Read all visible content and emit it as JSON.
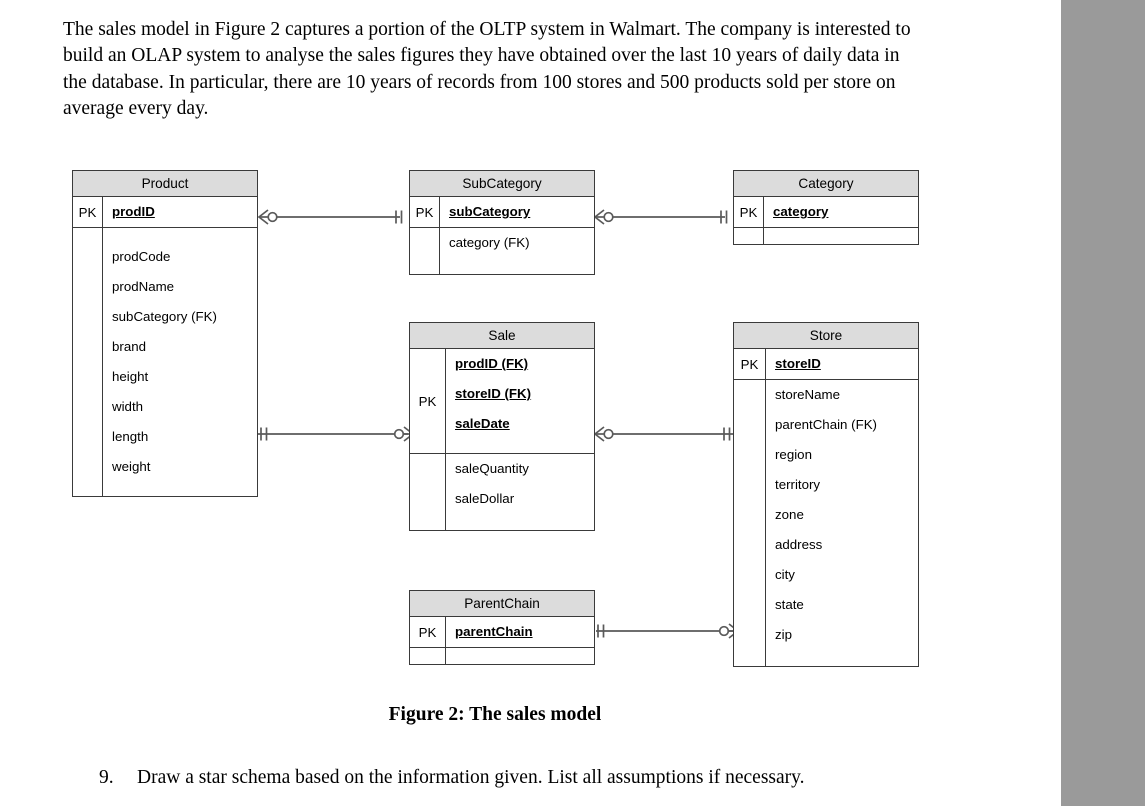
{
  "document": {
    "intro_paragraph": "The sales model in Figure 2 captures a portion of the OLTP system in Walmart. The company is interested to build an OLAP system to analyse the sales figures they have obtained over the last 10 years of daily data in the database. In particular, there are 10 years of records from 100 stores and 500 products sold per store on average every day.",
    "figure_caption": "Figure 2: The sales model",
    "question": {
      "number": "9.",
      "text": "Draw a star schema based on the information given. List all assumptions if necessary."
    }
  },
  "colors": {
    "entity_header_fill": "#dcdcdc",
    "entity_border": "#3a3a3a",
    "connector_line": "#5a5a5a",
    "page_background": "#ffffff",
    "gutter_band": "#9a9a9a"
  },
  "diagram": {
    "key_label": "PK",
    "entities": {
      "product": {
        "title": "Product",
        "primary_keys": [
          "prodID"
        ],
        "attributes": [
          "prodCode",
          "prodName",
          "subCategory (FK)",
          "brand",
          "height",
          "width",
          "length",
          "weight"
        ]
      },
      "subcategory": {
        "title": "SubCategory",
        "primary_keys": [
          "subCategory"
        ],
        "attributes": [
          "category (FK)"
        ]
      },
      "category": {
        "title": "Category",
        "primary_keys": [
          "category"
        ],
        "attributes": []
      },
      "sale": {
        "title": "Sale",
        "primary_keys": [
          "prodID (FK)",
          "storeID (FK)",
          "saleDate"
        ],
        "attributes": [
          "saleQuantity",
          "saleDollar"
        ]
      },
      "store": {
        "title": "Store",
        "primary_keys": [
          "storeID"
        ],
        "attributes": [
          "storeName",
          "parentChain (FK)",
          "region",
          "territory",
          "zone",
          "address",
          "city",
          "state",
          "zip"
        ]
      },
      "parentchain": {
        "title": "ParentChain",
        "primary_keys": [
          "parentChain"
        ],
        "attributes": []
      }
    },
    "relationships": [
      {
        "name": "product-to-subcategory",
        "from": "Product.prodID",
        "to": "SubCategory.subCategory",
        "from_cardinality": "zero-or-many",
        "to_cardinality": "exactly-one"
      },
      {
        "name": "subcategory-to-category",
        "from": "SubCategory.subCategory",
        "to": "Category.category",
        "from_cardinality": "zero-or-many",
        "to_cardinality": "exactly-one"
      },
      {
        "name": "product-to-sale",
        "from": "Product",
        "to": "Sale",
        "from_cardinality": "exactly-one",
        "to_cardinality": "zero-or-many"
      },
      {
        "name": "sale-to-store",
        "from": "Sale",
        "to": "Store",
        "from_cardinality": "zero-or-many",
        "to_cardinality": "exactly-one"
      },
      {
        "name": "parentchain-to-store",
        "from": "ParentChain.parentChain",
        "to": "Store",
        "from_cardinality": "exactly-one",
        "to_cardinality": "zero-or-many"
      }
    ]
  }
}
